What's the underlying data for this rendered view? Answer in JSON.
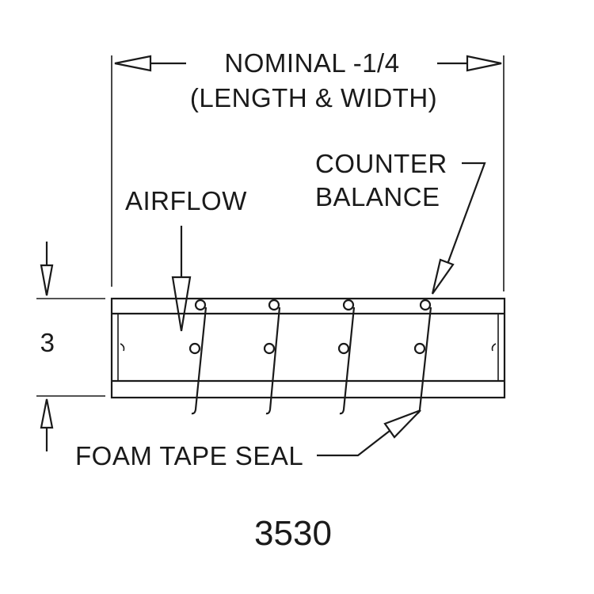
{
  "labels": {
    "nominal_line1": "NOMINAL -1/4",
    "nominal_line2": "(LENGTH & WIDTH)",
    "counter_line1": "COUNTER",
    "counter_line2": "BALANCE",
    "airflow": "AIRFLOW",
    "height": "3",
    "foam_tape_seal": "FOAM TAPE SEAL",
    "model": "3530"
  },
  "damper": {
    "blade_count": 4
  }
}
